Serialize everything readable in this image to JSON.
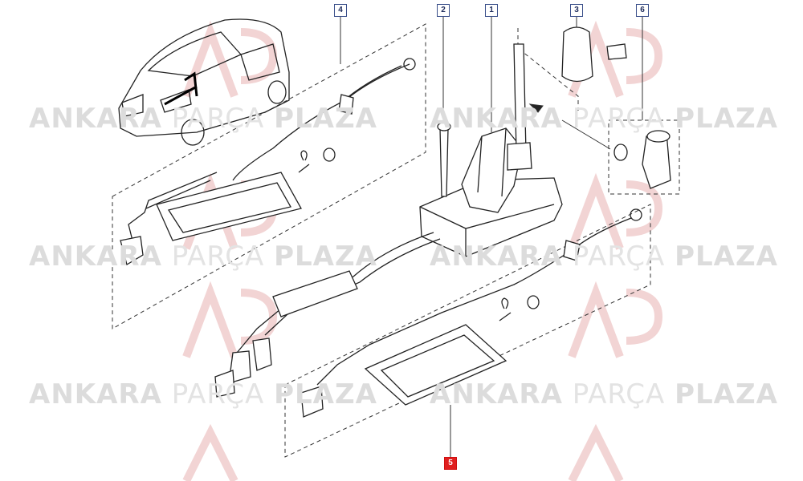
{
  "watermark": {
    "word1": "ANKARA",
    "word2": "PARÇA",
    "word3": "PLAZA"
  },
  "callouts": [
    {
      "label": "4",
      "active": false
    },
    {
      "label": "2",
      "active": false
    },
    {
      "label": "1",
      "active": false
    },
    {
      "label": "3",
      "active": false
    },
    {
      "label": "6",
      "active": false
    },
    {
      "label": "5",
      "active": true
    }
  ],
  "colors": {
    "line": "#222222",
    "callout_border": "#3a4f8a",
    "active": "#e02020",
    "watermark": "#dcdcdc"
  }
}
